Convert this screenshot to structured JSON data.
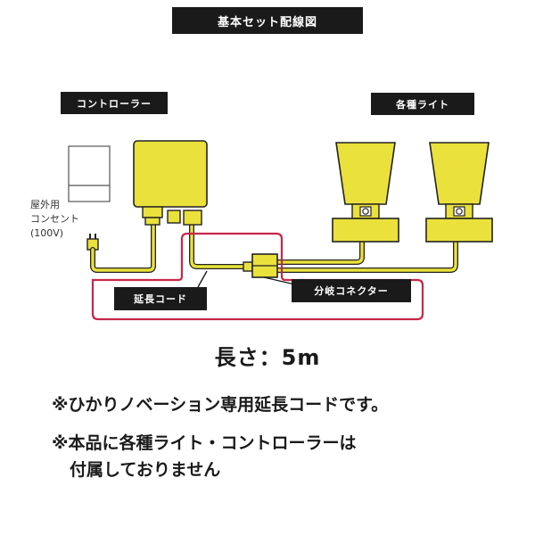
{
  "title": "基本セット配線図",
  "labels": {
    "controller": "コントローラー",
    "lights": "各種ライト",
    "extension_cord": "延長コード",
    "branch_connector": "分岐コネクター",
    "outlet_line1": "屋外用",
    "outlet_line2": "コンセント",
    "outlet_line3": "(100V)"
  },
  "length_text": "長さ：5m",
  "notes": [
    "※ひかりノベーション専用延長コードです。",
    "※本品に各種ライト・コントローラーは",
    "付属しておりません"
  ],
  "colors": {
    "device_yellow": "#eae13c",
    "cord_yellow": "#e9dc3a",
    "highlight_red": "#c8264a",
    "label_bg": "#1a1a1a"
  }
}
